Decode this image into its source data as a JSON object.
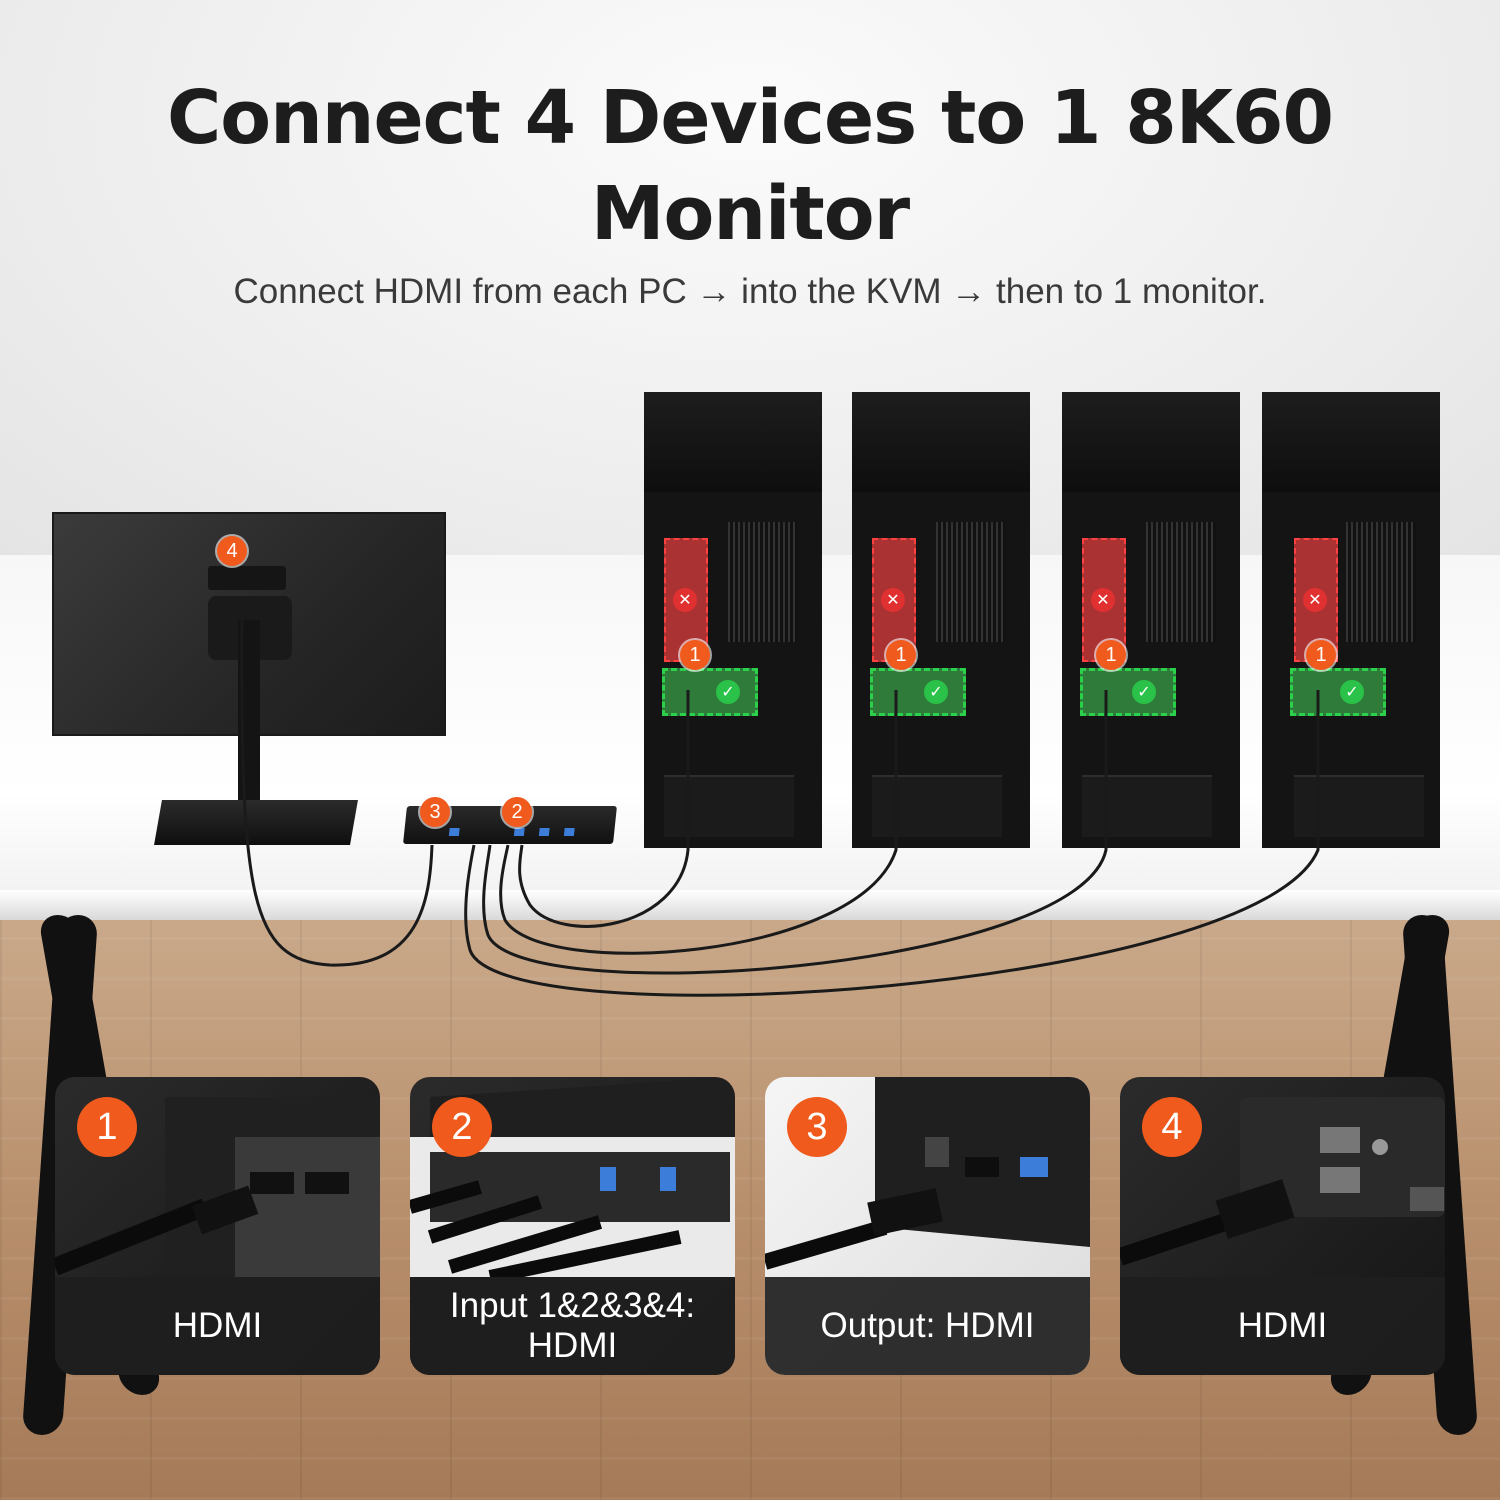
{
  "header": {
    "title_line1": "Connect 4 Devices to 1 8K60",
    "title_line2": "Monitor",
    "subtitle": "Connect HDMI from each PC → into the KVM → then to 1 monitor."
  },
  "scene": {
    "monitor_badge": "4",
    "kvm_badges": [
      "3",
      "2"
    ],
    "pc_badges": [
      "1",
      "1",
      "1",
      "1"
    ]
  },
  "cards": [
    {
      "number": "1",
      "label": "HDMI"
    },
    {
      "number": "2",
      "label": "Input 1&2&3&4:\nHDMI",
      "label_line1": "Input 1&2&3&4:",
      "label_line2": "HDMI"
    },
    {
      "number": "3",
      "label": "Output: HDMI"
    },
    {
      "number": "4",
      "label": "HDMI"
    }
  ],
  "colors": {
    "accent": "#f05a1c",
    "ok": "#2bc24a",
    "bad": "#e03030"
  }
}
